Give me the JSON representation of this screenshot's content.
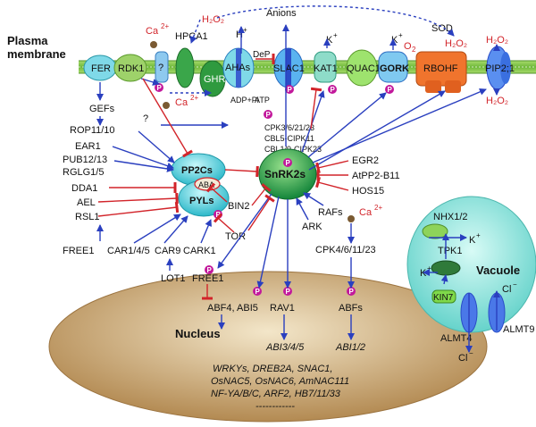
{
  "membrane": {
    "label_line1": "Plasma",
    "label_line2": "membrane"
  },
  "ions": {
    "ca_top": "Ca",
    "ca_mid": "Ca",
    "ca_right": "Ca",
    "charge_2plus": "2+",
    "h2o2_top": "H₂O₂",
    "h2o2_rboh": "H₂O₂",
    "h2o2_pip_top": "H₂O₂",
    "h2o2_pip_bottom": "H₂O₂",
    "hplus": "H",
    "plus": "+",
    "anions": "Anions",
    "kplus_kat1": "K",
    "kplus_gork": "K",
    "o2minus": "O",
    "o2minus_sup": "2",
    "sod": "SOD",
    "dep": "DeP",
    "adp_pi": "ADP+Pi",
    "atp": "ATP"
  },
  "membrane_proteins": {
    "fer": "FER",
    "rdk1": "RDK1",
    "unknown": "?",
    "hpca1": "HPCA1",
    "ghr1": "GHR1",
    "ahas": "AHAs",
    "slac1": "SLAC1",
    "kat1": "KAT1",
    "quac1": "QUAC1",
    "gork": "GORK",
    "rbohf": "RBOHF",
    "pip21": "PIP2;1"
  },
  "kinase_list": {
    "line1": "CPK3/6/21/23",
    "line2": "CBL5-CIPK11",
    "line3": "CBL1/9-CIPK23"
  },
  "left_regulators": {
    "gefs": "GEFs",
    "rop": "ROP11/10",
    "ear1": "EAR1",
    "pub": "PUB12/13",
    "rglg": "RGLG1/5",
    "dda1": "DDA1",
    "ael": "AEL",
    "rsl1": "RSL1",
    "question": "?"
  },
  "core": {
    "pp2cs": "PP2Cs",
    "aba": "ABA",
    "pyls": "PYLs",
    "snrk2s": "SnRK2s",
    "p": "P"
  },
  "right_regulators": {
    "egr2": "EGR2",
    "atpp2": "AtPP2-B11",
    "hos15": "HOS15",
    "rafs": "RAFs",
    "ark": "ARK"
  },
  "lower": {
    "bin2": "BIN2",
    "tor": "TOR",
    "free1": "FREE1",
    "car145": "CAR1/4/5",
    "car9": "CAR9",
    "cark1": "CARK1",
    "lot1": "LOT1",
    "free1_b": "FREE1",
    "cpk": "CPK4/6/11/23"
  },
  "vacuole": {
    "label": "Vacuole",
    "nhx": "NHX1/2",
    "tpk1": "TPK1",
    "kin7": "KIN7",
    "almt4": "ALMT4",
    "almt9": "ALMT9",
    "k_nhx": "K",
    "k_tpk": "K",
    "cl_top": "Cl",
    "cl_bottom": "Cl",
    "minus": "−"
  },
  "nucleus": {
    "label": "Nucleus",
    "tf1": "ABF4, ABI5",
    "tf2": "RAV1",
    "tf3": "ABFs",
    "target1": "ABI3/4/5",
    "target2": "ABI1/2",
    "genes_line1": "WRKYs, DREB2A, SNAC1,",
    "genes_line2": "OsNAC5, OsNAC6, AmNAC111",
    "genes_line3": "NF-YA/B/C, ARF2, HB7/11/33",
    "genes_line4": "------------"
  },
  "colors": {
    "membrane": "#7cc13f",
    "activation": "#2a3fbf",
    "inhibition": "#d2242a",
    "phospho": "#c2189b",
    "nucleus": "#c8a66e",
    "vacuole": "#8fe3dc",
    "snrk2": "#1f9a3f",
    "pp2c": "#3bc7d3"
  }
}
